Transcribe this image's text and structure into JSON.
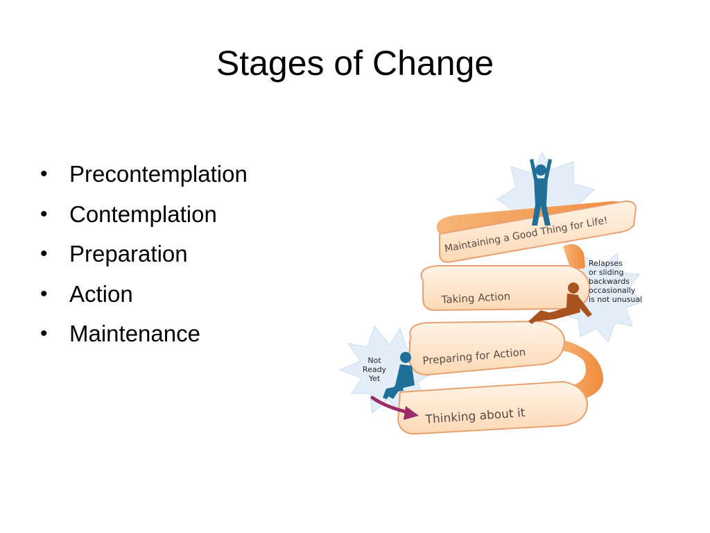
{
  "slide": {
    "title": "Stages of Change",
    "bullets": [
      "Precontemplation",
      "Contemplation",
      "Preparation",
      "Action",
      "Maintenance"
    ]
  },
  "diagram": {
    "ribbon_labels": {
      "thinking": "Thinking about it",
      "preparing": "Preparing for Action",
      "taking": "Taking Action",
      "maintaining": "Maintaining a Good Thing for Life!"
    },
    "not_ready": {
      "line1": "Not",
      "line2": "Ready",
      "line3": "Yet"
    },
    "relapse_note": {
      "line1": "Relapses",
      "line2": "or sliding",
      "line3": "backwards",
      "line4": "occasionally",
      "line5": "is not unusual"
    },
    "colors": {
      "ribbon_front": "#fde3c8",
      "ribbon_back": "#f5a05a",
      "ribbon_edge": "#e8a070",
      "star": "#e3eef9",
      "figure_blue": "#1f6f98",
      "figure_brown": "#a8521f",
      "arrow": "#9a2c6a"
    },
    "icons": [
      "starburst-icon",
      "person-icon",
      "curved-arrow-icon"
    ]
  }
}
